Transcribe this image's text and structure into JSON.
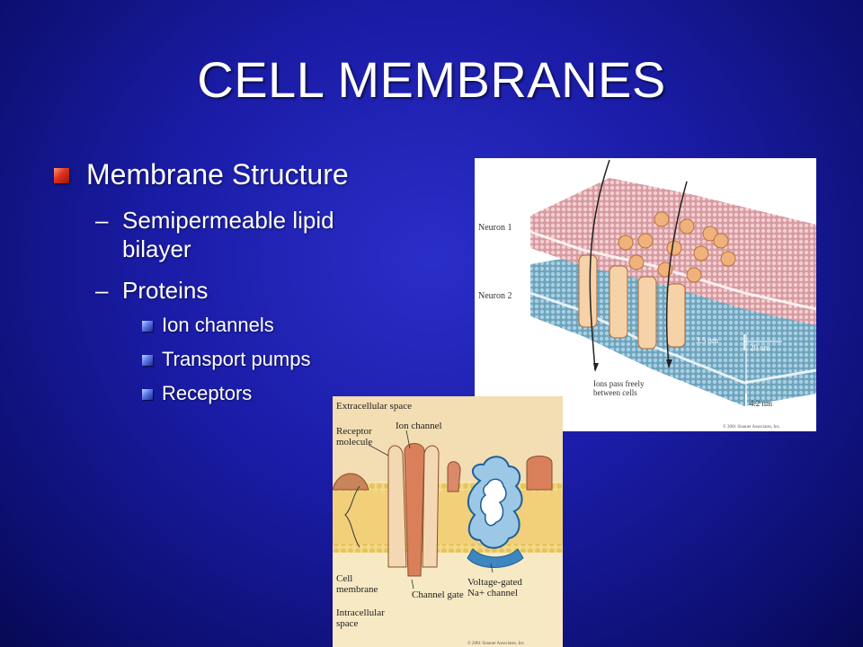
{
  "slide": {
    "title": "CELL MEMBRANES",
    "bullets": {
      "level1": "Membrane Structure",
      "level2": [
        {
          "dash": "–",
          "text": "Semipermeable lipid bilayer"
        },
        {
          "dash": "–",
          "text": "Proteins"
        }
      ],
      "level3": [
        "Ion channels",
        "Transport pumps",
        "Receptors"
      ]
    }
  },
  "figure1": {
    "labels": {
      "neuron1": "Neuron 1",
      "neuron2": "Neuron 2",
      "gap": "3.5 nm",
      "total": "20 nm",
      "membrane": "4.2 nm",
      "ions_line1": "Ions pass freely",
      "ions_line2": "between cells",
      "copyright": "© 2001 Sinauer Associates, Inc."
    }
  },
  "figure2": {
    "labels": {
      "extracellular": "Extracellular space",
      "ion_channel": "Ion channel",
      "receptor_line1": "Receptor",
      "receptor_line2": "molecule",
      "cell_line1": "Cell",
      "cell_line2": "membrane",
      "channel_gate": "Channel gate",
      "intracellular_line1": "Intracellular",
      "intracellular_line2": "space",
      "voltage_line1": "Voltage-gated",
      "voltage_line2": "Na+ channel",
      "copyright": "© 2001 Sinauer Associates, Inc."
    }
  },
  "colors": {
    "background": "#1a1ca6",
    "bullet_red": "#e0301e",
    "bullet_blue": "#5a78e8",
    "membrane_pink": "#d9a3a8",
    "membrane_blue": "#7fb0c8",
    "protein_tan": "#f0c89a",
    "lipid_yellow": "#f2d98a",
    "channel_blue": "#3d86c0"
  }
}
